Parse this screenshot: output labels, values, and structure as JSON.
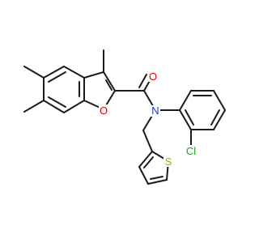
{
  "diagram": {
    "type": "skeletal-structure",
    "atom_labels": {
      "oxygen_carbonyl": "O",
      "oxygen_ring": "O",
      "nitrogen": "N",
      "sulfur": "S",
      "chlorine": "Cl"
    },
    "colors": {
      "bond": "#1a1a1a",
      "oxygen": "#e00000",
      "nitrogen": "#2030d0",
      "sulfur": "#b8a000",
      "chlorine": "#20a020"
    }
  }
}
